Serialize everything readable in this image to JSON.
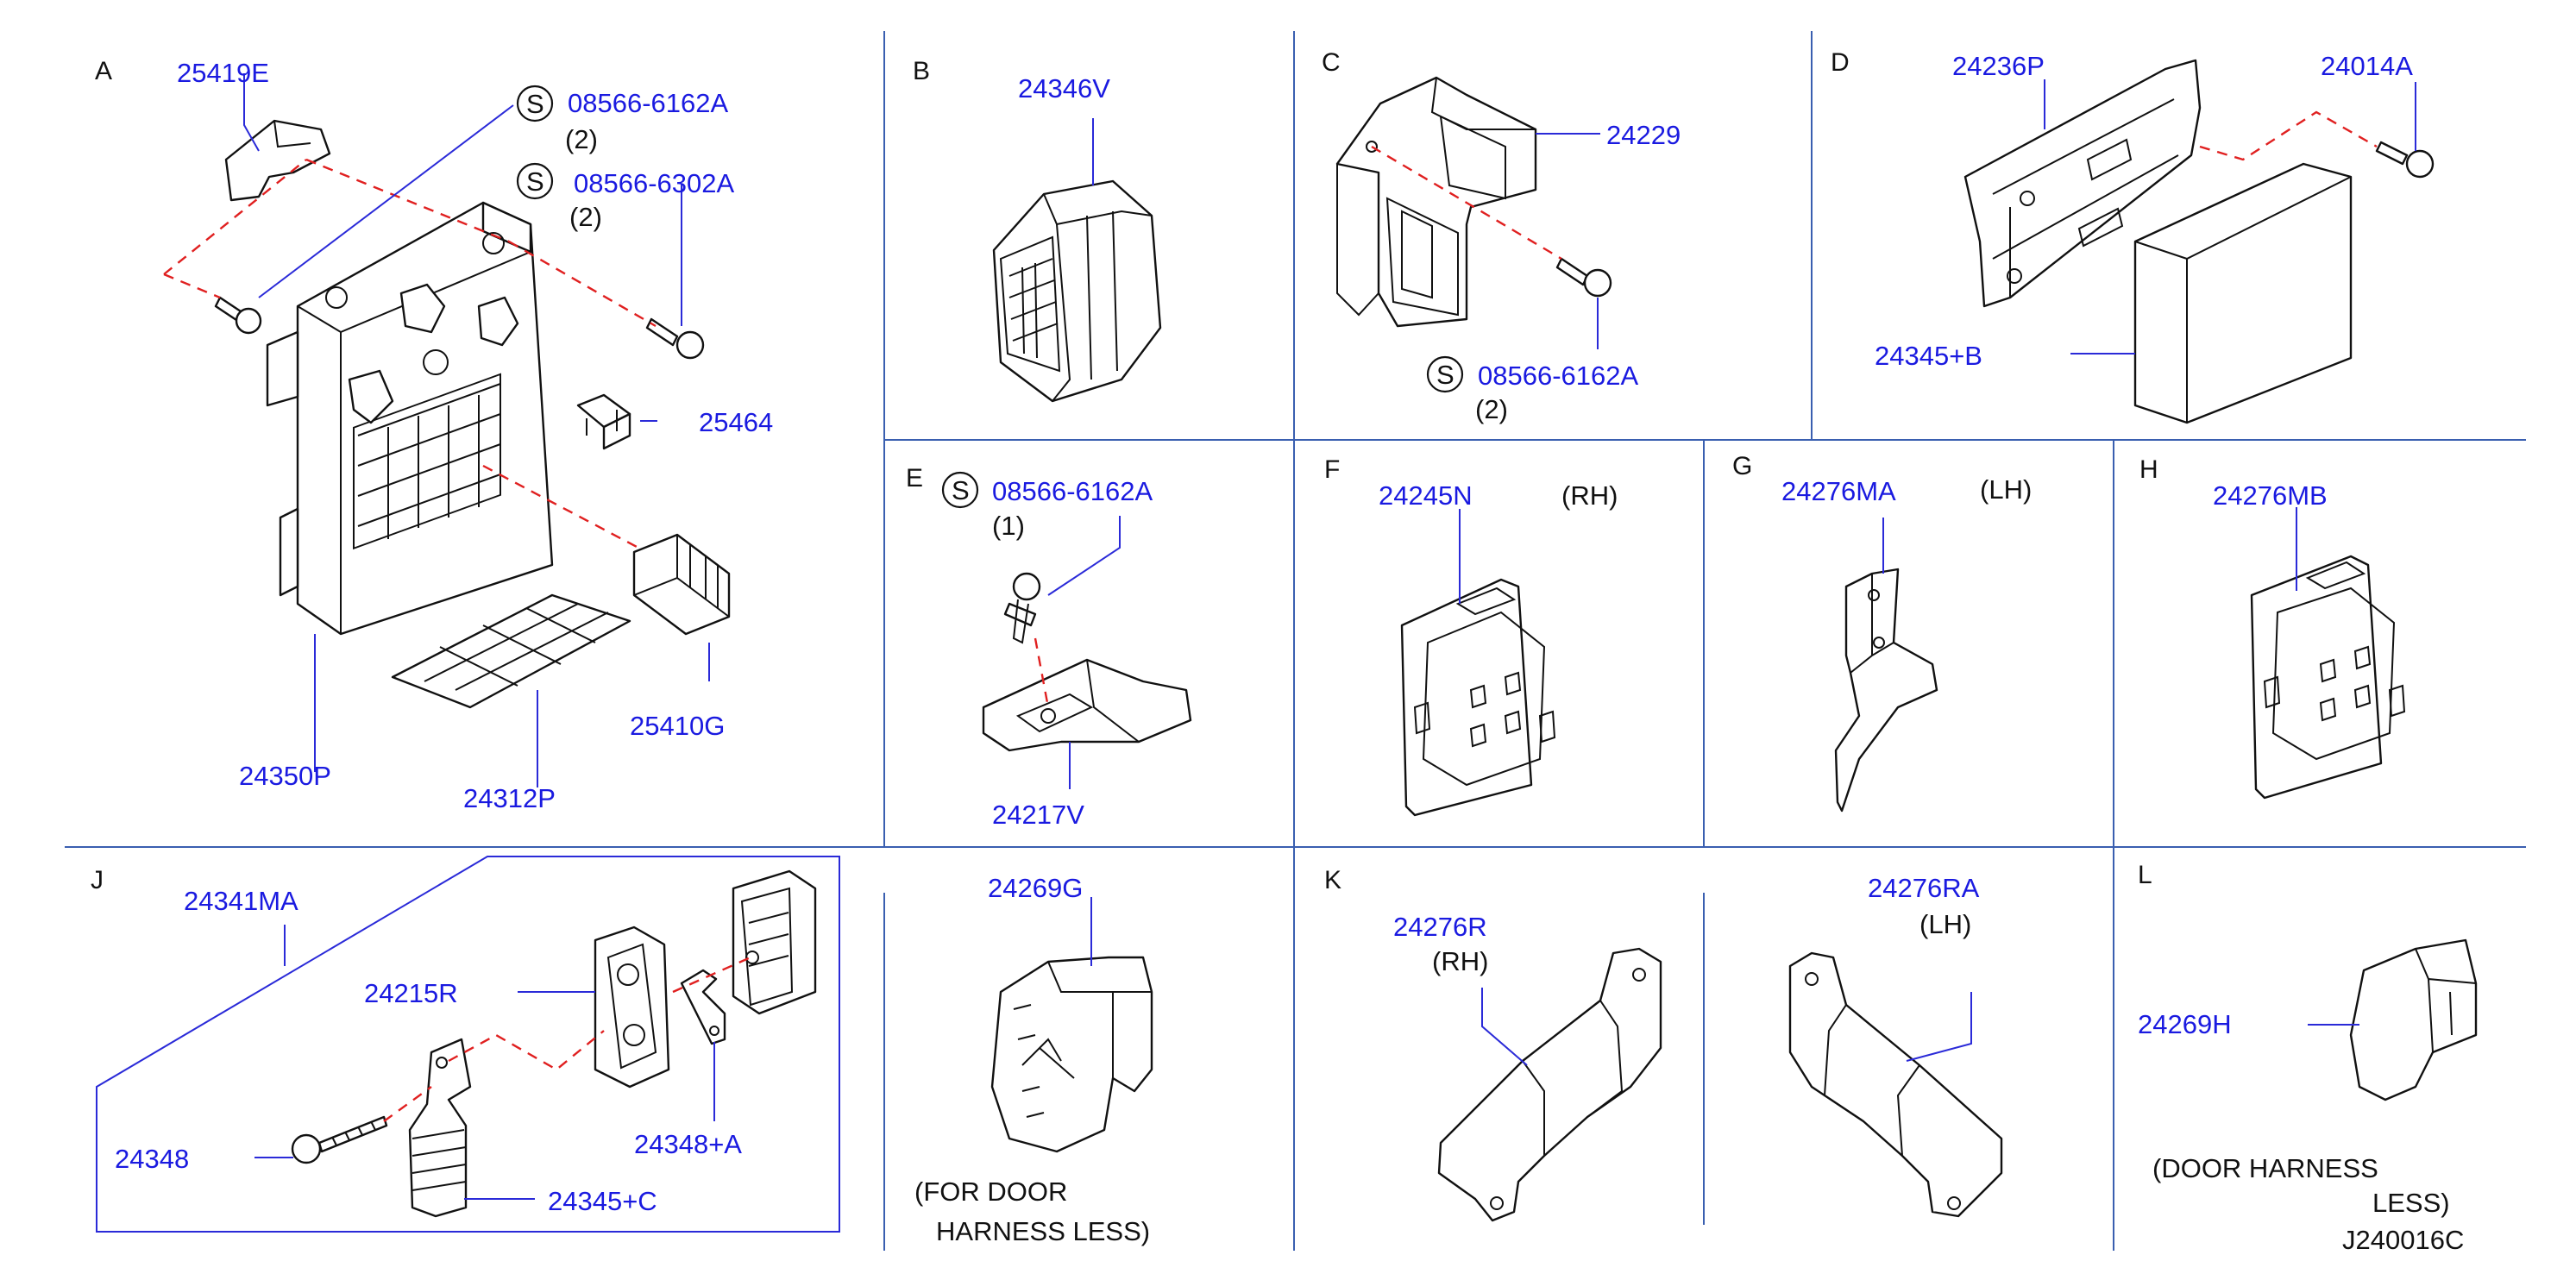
{
  "sections": {
    "A": "A",
    "B": "B",
    "C": "C",
    "D": "D",
    "E": "E",
    "F": "F",
    "G": "G",
    "H": "H",
    "J": "J",
    "K": "K",
    "L": "L"
  },
  "std_symbol": "S",
  "parts": {
    "a_25419E": "25419E",
    "a_08566_6162A": "08566-6162A",
    "a_qty_2a": "(2)",
    "a_08566_6302A": "08566-6302A",
    "a_qty_2b": "(2)",
    "a_25464": "25464",
    "a_25410G": "25410G",
    "a_24350P": "24350P",
    "a_24312P": "24312P",
    "b_24346V": "24346V",
    "c_24229": "24229",
    "c_08566_6162A": "08566-6162A",
    "c_qty_2": "(2)",
    "d_24236P": "24236P",
    "d_24014A": "24014A",
    "d_24345B": "24345+B",
    "e_08566_6162A": "08566-6162A",
    "e_qty_1": "(1)",
    "e_24217V": "24217V",
    "f_24245N": "24245N",
    "f_rh": "(RH)",
    "g_24276MA": "24276MA",
    "g_lh": "(LH)",
    "h_24276MB": "24276MB",
    "j_24341MA": "24341MA",
    "j_24215R": "24215R",
    "j_24348": "24348",
    "j_24348A": "24348+A",
    "j_24345C": "24345+C",
    "m_24269G": "24269G",
    "m_note_1": "(FOR DOOR",
    "m_note_2": "HARNESS LESS)",
    "k_24276R": "24276R",
    "k_rh": "(RH)",
    "k_24276RA": "24276RA",
    "k_lh": "(LH)",
    "l_24269H": "24269H",
    "l_note_1": "(DOOR HARNESS",
    "l_note_2": "LESS)"
  },
  "diagram_code": "J240016C"
}
